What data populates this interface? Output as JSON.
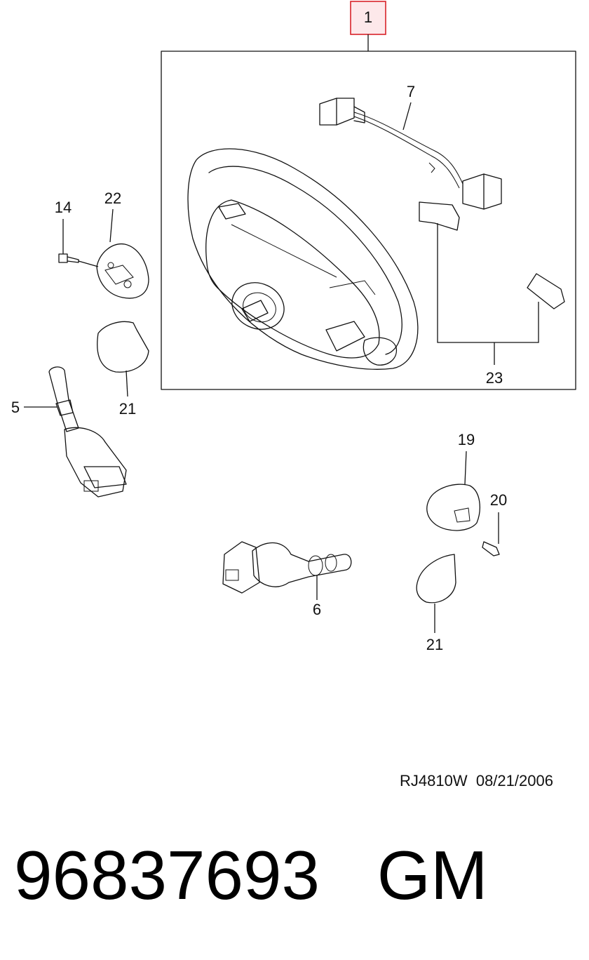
{
  "diagram": {
    "highlight_color": "#d8232a",
    "highlight_fill": "#fde8ea",
    "callouts": {
      "c1": "1",
      "c7": "7",
      "c14": "14",
      "c22": "22",
      "c23": "23",
      "c5": "5",
      "c21a": "21",
      "c19": "19",
      "c20": "20",
      "c6": "6",
      "c21b": "21"
    },
    "drawing_ref": "RJ4810W",
    "drawing_date": "08/21/2006"
  },
  "part_number": "96837693",
  "manufacturer": "GM"
}
